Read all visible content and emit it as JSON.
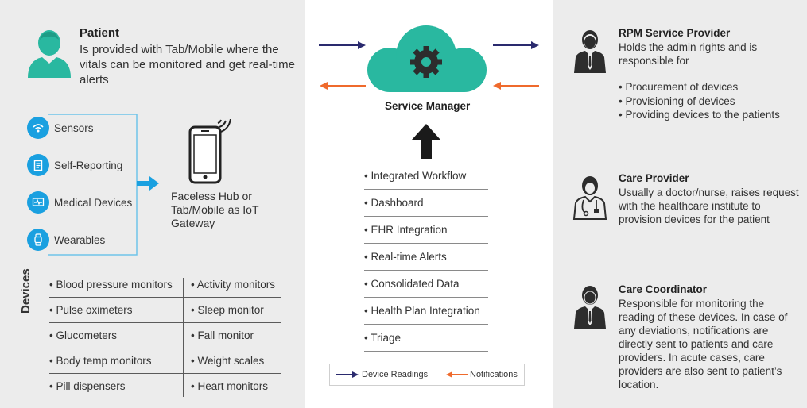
{
  "patient": {
    "title": "Patient",
    "description": "Is provided with Tab/Mobile where the vitals can be monitored and get real-time alerts"
  },
  "inputs": [
    {
      "label": "Sensors",
      "icon": "wifi-signal-icon"
    },
    {
      "label": "Self-Reporting",
      "icon": "clipboard-icon"
    },
    {
      "label": "Medical Devices",
      "icon": "ecg-monitor-icon"
    },
    {
      "label": "Wearables",
      "icon": "smartwatch-icon"
    }
  ],
  "hub": {
    "label": "Faceless Hub or Tab/Mobile as IoT Gateway"
  },
  "devices": {
    "label": "Devices",
    "rows": [
      [
        "Blood pressure monitors",
        "Activity monitors"
      ],
      [
        "Pulse oximeters",
        "Sleep monitor"
      ],
      [
        "Glucometers",
        "Fall monitor"
      ],
      [
        "Body temp monitors",
        "Weight scales"
      ],
      [
        "Pill dispensers",
        "Heart monitors"
      ]
    ]
  },
  "service_manager": {
    "label": "Service Manager",
    "features": [
      "Integrated Workflow",
      "Dashboard",
      "EHR Integration",
      "Real-time Alerts",
      "Consolidated Data",
      "Health Plan Integration",
      "Triage"
    ]
  },
  "legend": {
    "device_readings": "Device Readings",
    "notifications": "Notifications"
  },
  "roles": [
    {
      "title": "RPM Service Provider",
      "description": "Holds the admin rights and is responsible for",
      "bullets": [
        "Procurement of devices",
        "Provisioning of devices",
        "Providing devices to the patients"
      ]
    },
    {
      "title": "Care Provider",
      "description": "Usually a doctor/nurse, raises request with the healthcare institute to provision devices for the patient"
    },
    {
      "title": "Care Coordinator",
      "description": "Responsible for monitoring the reading of these devices. In case of any deviations, notifications are directly sent to patients and care providers. In acute cases, care providers are also sent to patient’s location."
    }
  ],
  "colors": {
    "teal": "#29b8a0",
    "blue": "#1aa0e0",
    "navy_arrow": "#2a2a6e",
    "orange_arrow": "#ef6a2c",
    "dark_icon": "#2d2d2d",
    "panel_gray": "#ececec"
  }
}
